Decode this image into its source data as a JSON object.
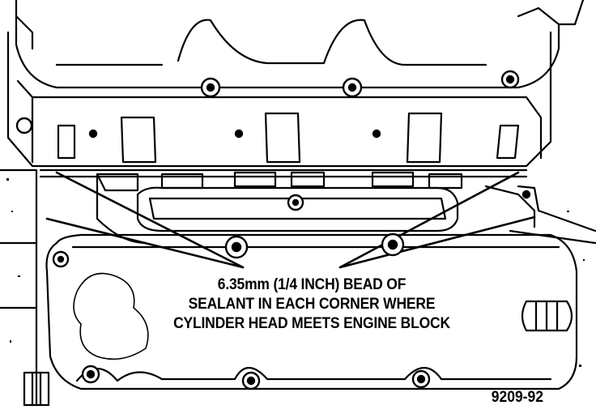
{
  "callout": {
    "line1": "6.35mm (1/4 INCH) BEAD OF",
    "line2": "SEALANT IN EACH CORNER WHERE",
    "line3": "CYLINDER HEAD MEETS ENGINE BLOCK"
  },
  "figure_number": "9209-92",
  "colors": {
    "ink": "#000000",
    "paper": "#ffffff"
  }
}
